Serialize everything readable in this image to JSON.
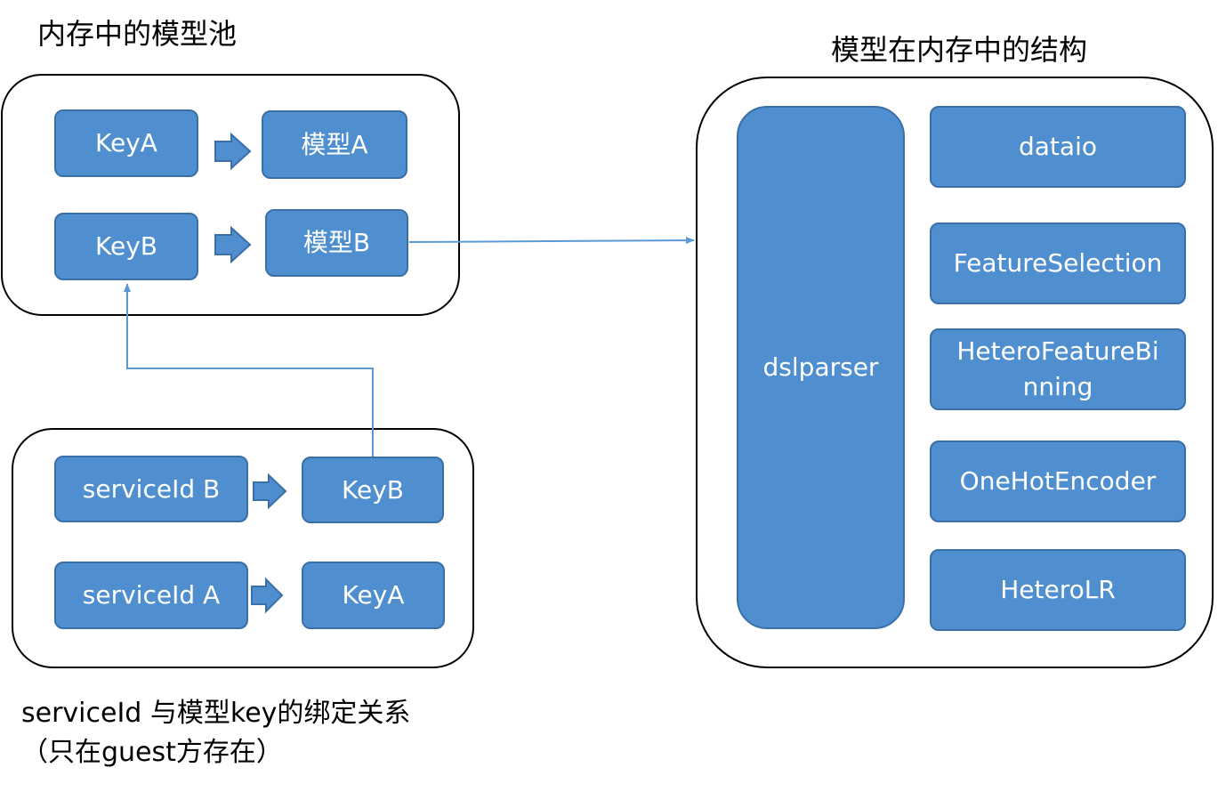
{
  "titles": {
    "pool": "内存中的模型池",
    "structure": "模型在内存中的结构",
    "binding_line1": "serviceId 与模型key的绑定关系",
    "binding_line2": "（只在guest方存在）"
  },
  "pool": {
    "key_a": "KeyA",
    "model_a": "模型A",
    "key_b": "KeyB",
    "model_b": "模型B"
  },
  "binding": {
    "service_b": "serviceId B",
    "key_b": "KeyB",
    "service_a": "serviceId A",
    "key_a": "KeyA"
  },
  "structure": {
    "parser": "dslparser",
    "components": [
      "dataio",
      "FeatureSelection",
      "HeteroFeatureBinning",
      "OneHotEncoder",
      "HeteroLR"
    ]
  },
  "colors": {
    "node_fill": "#4f8fd0",
    "node_border": "#3a6fa8",
    "connector": "#5b9bd5"
  }
}
